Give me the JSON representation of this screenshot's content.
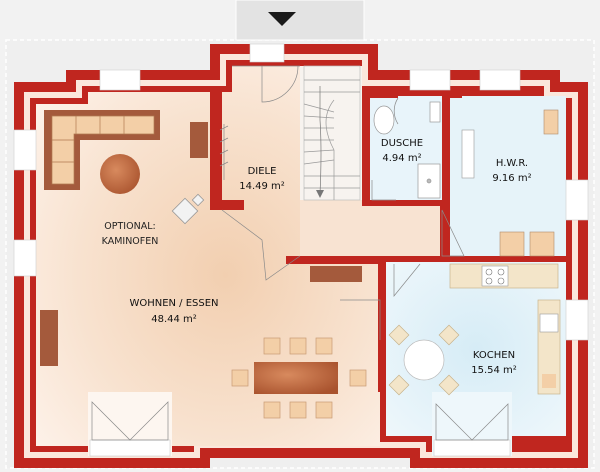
{
  "rooms": {
    "diele": {
      "name": "DIELE",
      "area": "14.49 m²"
    },
    "dusche": {
      "name": "DUSCHE",
      "area": "4.94 m²"
    },
    "hwr": {
      "name": "H.W.R.",
      "area": "9.16 m²"
    },
    "wohnen": {
      "name": "WOHNEN / ESSEN",
      "area": "48.44 m²"
    },
    "kochen": {
      "name": "KOCHEN",
      "area": "15.54 m²"
    }
  },
  "annotations": {
    "optional_line1": "OPTIONAL:",
    "optional_line2": "KAMINOFEN"
  },
  "colors": {
    "wall_outer": "#c0261f",
    "wall_light": "#fbe7dc",
    "floor_living": "#f7e0cc",
    "floor_kitchen": "#ddeff7",
    "furniture": "#f3cfa7",
    "furniture_edge": "#b07a52",
    "accent_brown": "#a45a3c",
    "terrace": "#eeeeee"
  },
  "icons": {
    "entrance_arrow": "down-triangle-icon"
  }
}
